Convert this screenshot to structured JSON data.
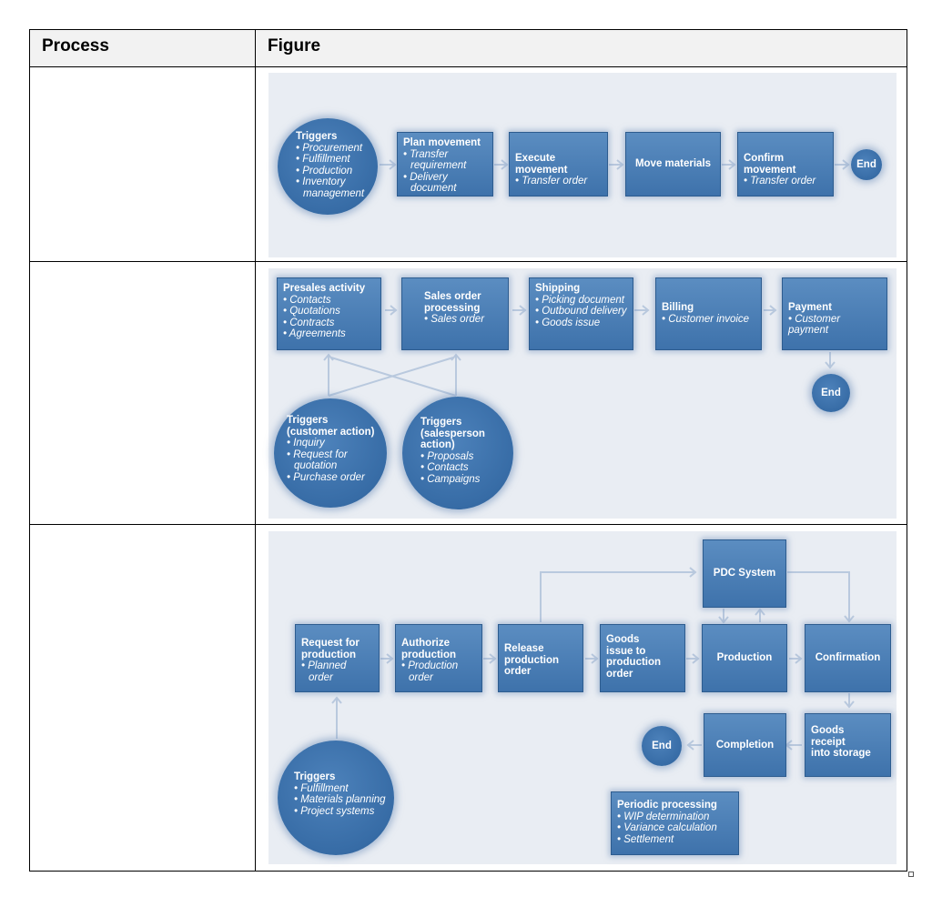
{
  "table": {
    "header_process": "Process",
    "header_figure": "Figure"
  },
  "fig1": {
    "triggers": {
      "title": "Triggers",
      "items": [
        "• Procurement",
        "• Fulfillment",
        "• Production",
        "• Inventory",
        "management"
      ]
    },
    "plan": {
      "title": "Plan movement",
      "items": [
        "• Transfer",
        "requirement",
        "• Delivery",
        "document"
      ]
    },
    "execute": {
      "title": "Execute movement",
      "items": [
        "• Transfer order"
      ]
    },
    "move": "Move materials",
    "confirm": {
      "title": "Confirm movement",
      "items": [
        "• Transfer order"
      ]
    },
    "end": "End"
  },
  "fig2": {
    "presales": {
      "title": "Presales activity",
      "items": [
        "• Contacts",
        "• Quotations",
        "• Contracts",
        "• Agreements"
      ]
    },
    "salesorder": {
      "title": [
        "Sales order",
        "processing"
      ],
      "items": [
        "• Sales order"
      ]
    },
    "shipping": {
      "title": "Shipping",
      "items": [
        "• Picking document",
        "• Outbound delivery",
        "• Goods issue"
      ]
    },
    "billing": {
      "title": "Billing",
      "items": [
        "• Customer invoice"
      ]
    },
    "payment": {
      "title": "Payment",
      "items": [
        "• Customer payment"
      ]
    },
    "end": "End",
    "trig_customer": {
      "title": [
        "Triggers",
        "(customer action)"
      ],
      "items": [
        "• Inquiry",
        "• Request for",
        "quotation",
        "• Purchase order"
      ]
    },
    "trig_sales": {
      "title": [
        "Triggers",
        "(salesperson",
        "action)"
      ],
      "items": [
        "• Proposals",
        "• Contacts",
        "• Campaigns"
      ]
    }
  },
  "fig3": {
    "request": {
      "title": [
        "Request for",
        "production"
      ],
      "items": [
        "• Planned",
        "order"
      ]
    },
    "authorize": {
      "title": [
        "Authorize",
        "production"
      ],
      "items": [
        "• Production",
        "order"
      ]
    },
    "release": {
      "title": [
        "Release",
        "production",
        "order"
      ]
    },
    "goodsissue": {
      "title": [
        "Goods",
        "issue to",
        "production",
        "order"
      ]
    },
    "production": "Production",
    "confirmation": "Confirmation",
    "pdc": "PDC System",
    "goodsreceipt": {
      "title": [
        "Goods",
        "receipt",
        "into storage"
      ]
    },
    "completion": "Completion",
    "end": "End",
    "triggers": {
      "title": "Triggers",
      "items": [
        "• Fulfillment",
        "• Materials planning",
        "• Project systems"
      ]
    },
    "periodic": {
      "title": "Periodic processing",
      "items": [
        "• WIP determination",
        "• Variance calculation",
        "• Settlement"
      ]
    }
  }
}
